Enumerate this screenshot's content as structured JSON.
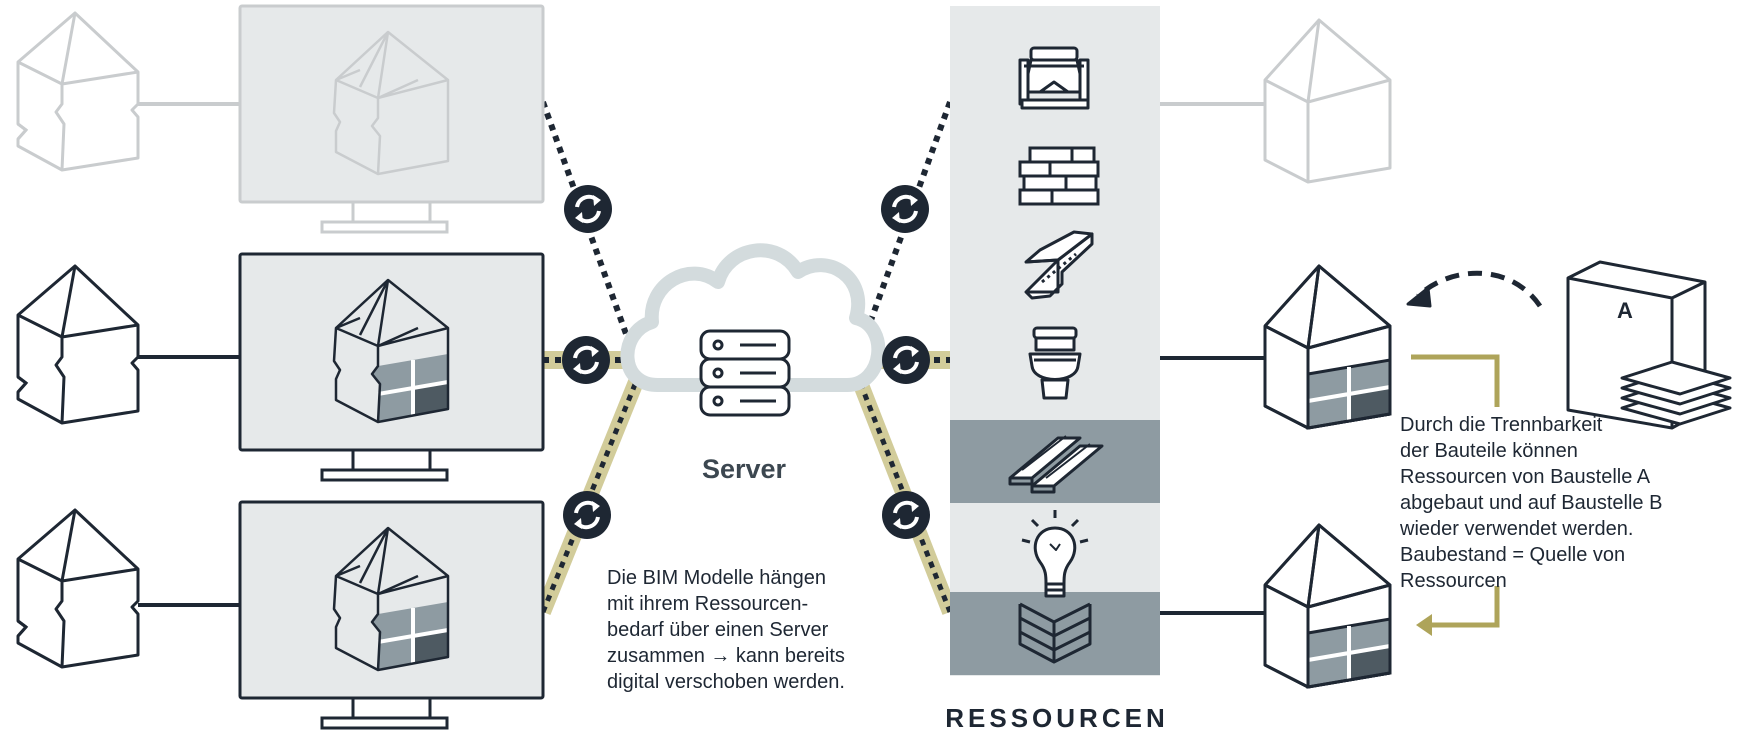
{
  "server": {
    "label": "Server"
  },
  "resources": {
    "label": "RESSOURCEN"
  },
  "building_badge": {
    "label": "A"
  },
  "notes": {
    "bim": [
      "Die BIM Modelle hängen",
      "mit ihrem Ressourcen-",
      "bedarf über einen Server",
      "zusammen → kann bereits",
      "digital verschoben werden."
    ],
    "separability": [
      "Durch die Trennbarkeit",
      "der Bauteile können",
      "Ressourcen von Baustelle A",
      "abgebaut und auf Baustelle B",
      "wieder verwendet werden.",
      "Baubestand = Quelle von",
      "Ressourcen"
    ]
  },
  "resource_icons": [
    "concrete-mixer-icon",
    "bricks-icon",
    "steel-beam-icon",
    "toilet-icon",
    "timber-boards-icon",
    "light-bulb-icon",
    "insulation-layers-icon"
  ],
  "colors": {
    "dark": "#1e2733",
    "faded": "#c9ccce",
    "panel": "#e6e9ea",
    "panel_dark": "#8e9ba2",
    "window_light": "#8e9ba2",
    "window_dark": "#4e5a62",
    "accent_olive": "#d2cc9a",
    "arrow_olive": "#aea45a",
    "cloud": "#d3dbdd"
  }
}
